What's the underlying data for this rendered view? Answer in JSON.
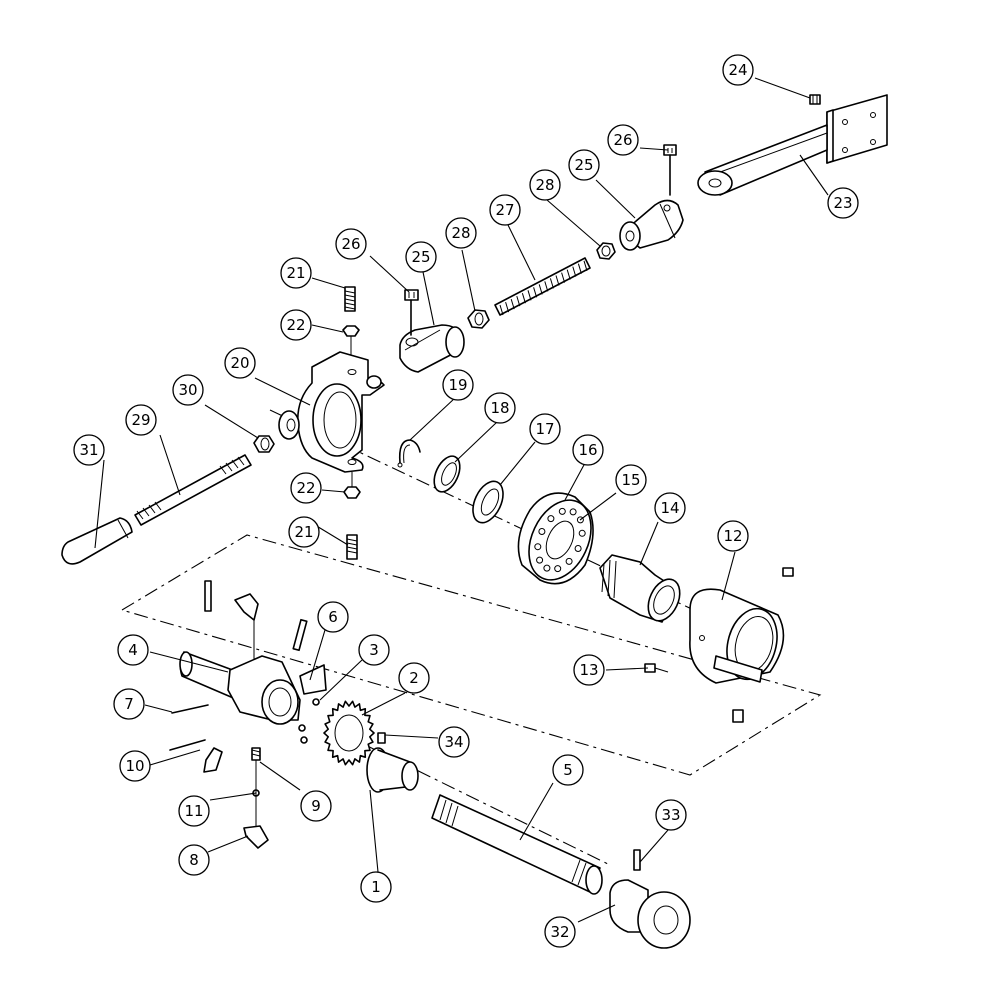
{
  "callouts": [
    "1",
    "2",
    "3",
    "4",
    "5",
    "6",
    "7",
    "8",
    "9",
    "10",
    "11",
    "12",
    "13",
    "14",
    "15",
    "16",
    "17",
    "18",
    "19",
    "20",
    "21",
    "22",
    "23",
    "24",
    "25",
    "26",
    "27",
    "28",
    "29",
    "30",
    "31",
    "32",
    "33",
    "34"
  ],
  "part_labels": {
    "p1": "1",
    "p2": "2",
    "p3": "3",
    "p4": "4",
    "p5": "5",
    "p6": "6",
    "p7": "7",
    "p8": "8",
    "p9": "9",
    "p10": "10",
    "p11": "11",
    "p12": "12",
    "p13": "13",
    "p14": "14",
    "p15": "15",
    "p16": "16",
    "p17": "17",
    "p18": "18",
    "p19": "19",
    "p20": "20",
    "p21a": "21",
    "p21b": "21",
    "p22a": "22",
    "p22b": "22",
    "p23": "23",
    "p24": "24",
    "p25a": "25",
    "p25b": "25",
    "p26a": "26",
    "p26b": "26",
    "p27": "27",
    "p28a": "28",
    "p28b": "28",
    "p29": "29",
    "p30": "30",
    "p31": "31",
    "p32": "32",
    "p33": "33",
    "p34": "34"
  }
}
